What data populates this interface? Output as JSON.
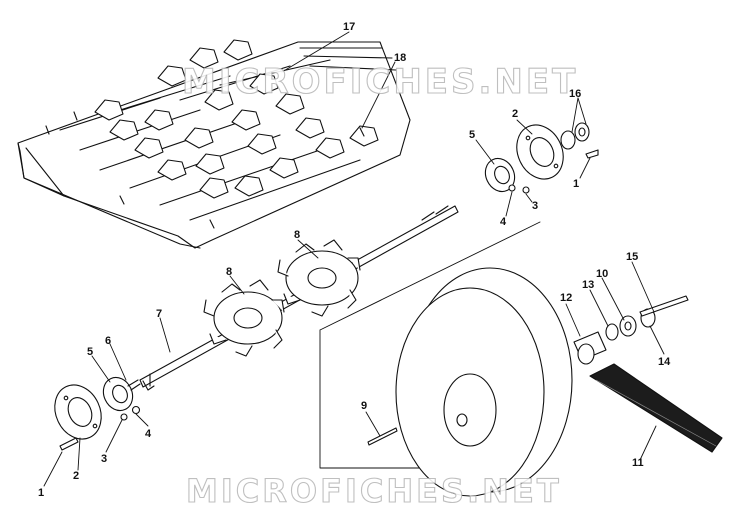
{
  "watermark": "MICROFICHES.NET",
  "colors": {
    "ink": "#111111",
    "watermark_outline": "#b9b9b9",
    "belt_dark": "#1c1c1c"
  },
  "callouts": {
    "p1a": "1",
    "p1b": "1",
    "p2a": "2",
    "p2b": "2",
    "p3a": "3",
    "p3b": "3",
    "p4a": "4",
    "p4b": "4",
    "p5a": "5",
    "p5b": "5",
    "p6": "6",
    "p7": "7",
    "p8a": "8",
    "p8b": "8",
    "p9": "9",
    "p10": "10",
    "p11": "11",
    "p12": "12",
    "p13": "13",
    "p14": "14",
    "p15": "15",
    "p16": "16",
    "p17": "17",
    "p18": "18"
  }
}
